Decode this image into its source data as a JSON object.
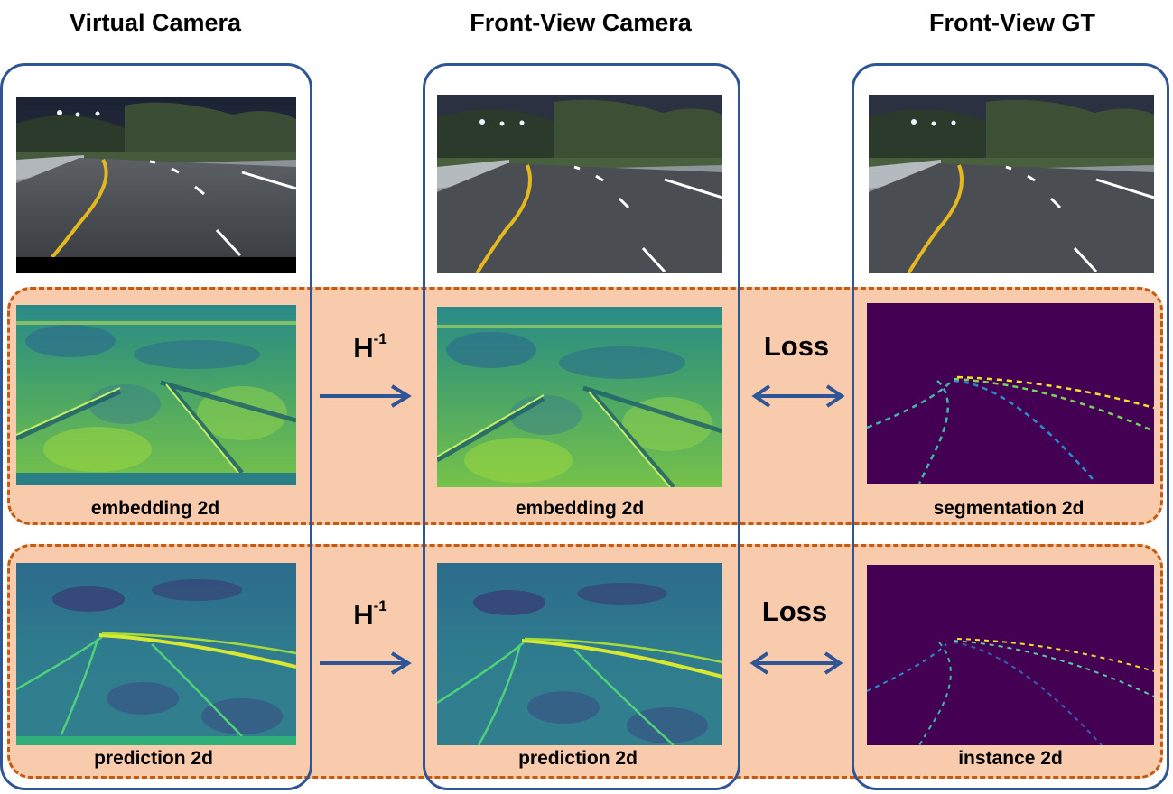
{
  "columns": {
    "virtual": {
      "title": "Virtual Camera"
    },
    "front": {
      "title": "Front-View Camera"
    },
    "gt": {
      "title": "Front-View GT"
    }
  },
  "row1": {
    "operator": {
      "base": "H",
      "sup": "-1"
    },
    "loss": "Loss",
    "captions": {
      "virtual": "embedding 2d",
      "front": "embedding 2d",
      "gt": "segmentation 2d"
    }
  },
  "row2": {
    "operator": {
      "base": "H",
      "sup": "-1"
    },
    "loss": "Loss",
    "captions": {
      "virtual": "prediction 2d",
      "front": "prediction 2d",
      "gt": "instance 2d"
    }
  },
  "colors": {
    "frame": "#2f5597",
    "band_fill": "#f8cbad",
    "band_border": "#c55a11",
    "arrow": "#2f5597",
    "gt_background": "#440154"
  }
}
